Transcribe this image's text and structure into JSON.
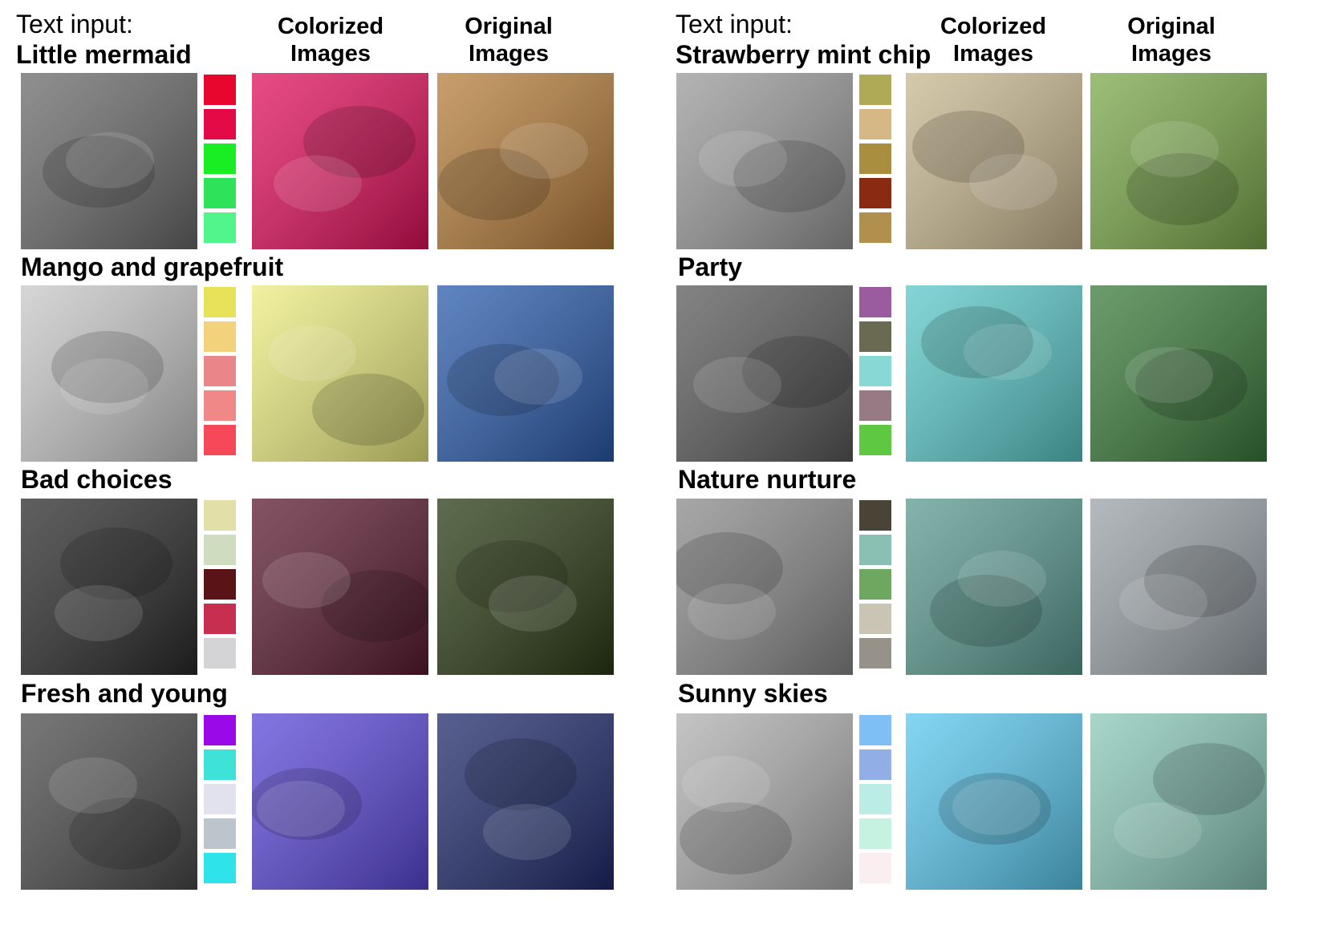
{
  "left": {
    "text_input_label": "Text input:",
    "colorized_header": [
      "Colorized",
      "Images"
    ],
    "original_header": [
      "Original",
      "Images"
    ],
    "rows": [
      {
        "label": "Little mermaid",
        "palette": [
          "#e8062e",
          "#e40a48",
          "#19ee22",
          "#2ee35a",
          "#52f58c"
        ],
        "gray": "#6a6a6a",
        "colorized": "#e0105a",
        "original": "#b57d3a"
      },
      {
        "label": "Mango and grapefruit",
        "palette": [
          "#e6e35a",
          "#f2d27a",
          "#e8868a",
          "#f08888",
          "#f7485a"
        ],
        "gray": "#c8c8c8",
        "colorized": "#ecec80",
        "original": "#2a5bab"
      },
      {
        "label": "Bad choices",
        "palette": [
          "#e2dfa8",
          "#cfdcc0",
          "#5a1416",
          "#c82e50",
          "#d4d4d6"
        ],
        "gray": "#2a2a2a",
        "colorized": "#5a1a30",
        "original": "#2a3a14"
      },
      {
        "label": "Fresh and young",
        "palette": [
          "#9a0ae8",
          "#3ee2d6",
          "#e2e2ee",
          "#bcc4cc",
          "#2ee4ea"
        ],
        "gray": "#4a4a4a",
        "colorized": "#5a48d8",
        "original": "#1e2a6a"
      }
    ]
  },
  "right": {
    "text_input_label": "Text input:",
    "colorized_header": [
      "Colorized",
      "Images"
    ],
    "original_header": [
      "Original",
      "Images"
    ],
    "rows": [
      {
        "label": "Strawberry mint chip",
        "palette": [
          "#aeaa56",
          "#d6b886",
          "#a88e3e",
          "#8a2a12",
          "#b0904c"
        ],
        "gray": "#9a9a9a",
        "colorized": "#c8b890",
        "original": "#7aa84a"
      },
      {
        "label": "Party",
        "palette": [
          "#9a5c9e",
          "#6a6a52",
          "#88d8d6",
          "#987a84",
          "#5ec840"
        ],
        "gray": "#5a5a5a",
        "colorized": "#5ac8c8",
        "original": "#3a7a3a"
      },
      {
        "label": "Nature nurture",
        "palette": [
          "#4a4436",
          "#8ac0b4",
          "#6ea860",
          "#cac4b4",
          "#96928a"
        ],
        "gray": "#8a8a8a",
        "colorized": "#5a9a90",
        "original": "#9aa2a8"
      },
      {
        "label": "Sunny skies",
        "palette": [
          "#7ec0f6",
          "#92aee6",
          "#bcece6",
          "#c6f2e2",
          "#fbeef0"
        ],
        "gray": "#b0b0b0",
        "colorized": "#5ac8ee",
        "original": "#8ac8b8"
      }
    ]
  }
}
